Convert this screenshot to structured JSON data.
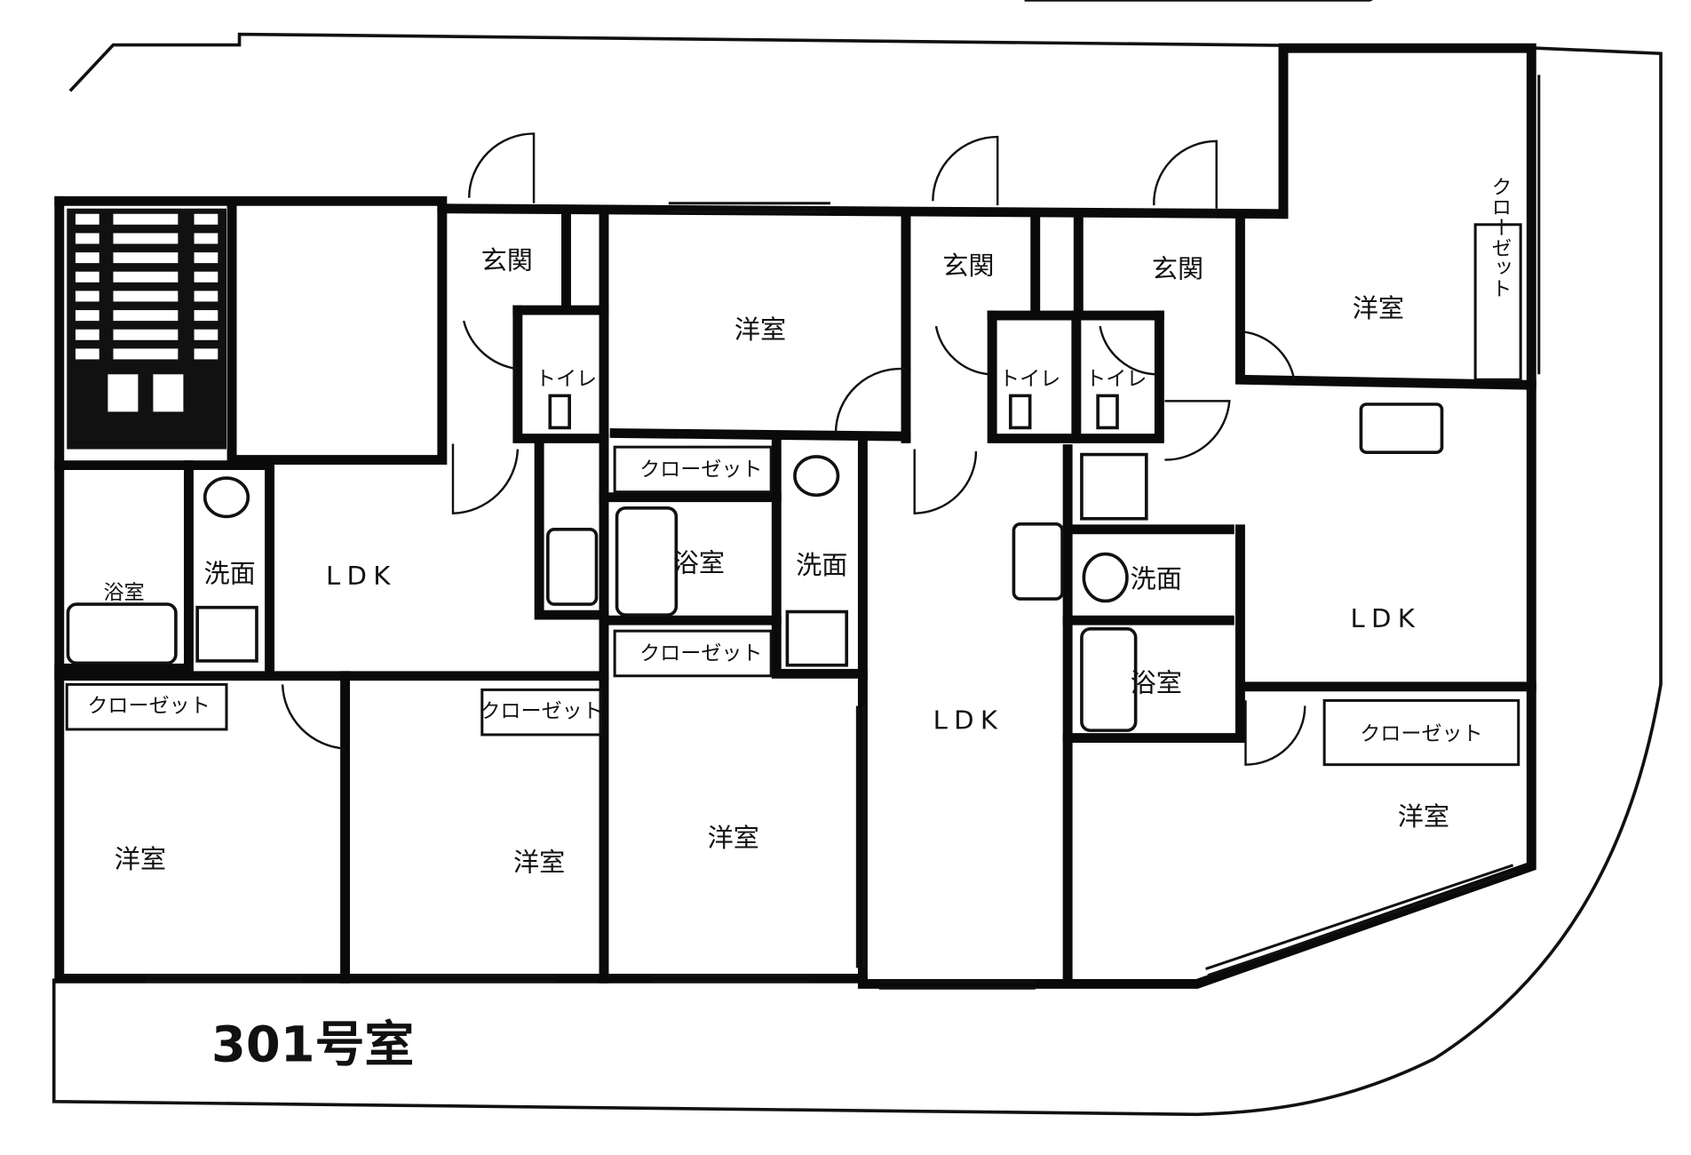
{
  "plan": {
    "unit_title": "301号室",
    "entrance_labels": [
      "玄関",
      "玄関",
      "玄関"
    ],
    "western_room_labels": [
      "洋室",
      "洋室",
      "洋室",
      "洋室",
      "洋室",
      "洋室"
    ],
    "closet_labels": [
      "クローゼット",
      "クローゼット",
      "クローゼット",
      "クローゼット",
      "クローゼット",
      "クローゼット"
    ],
    "toilet_labels": [
      "トイレ",
      "トイレ",
      "トイレ"
    ],
    "ldk_labels": [
      "LDK",
      "LDK",
      "LDK"
    ],
    "bath_labels": [
      "浴室",
      "浴室",
      "浴室"
    ],
    "washroom_labels": [
      "洗面",
      "洗面",
      "洗面"
    ]
  }
}
